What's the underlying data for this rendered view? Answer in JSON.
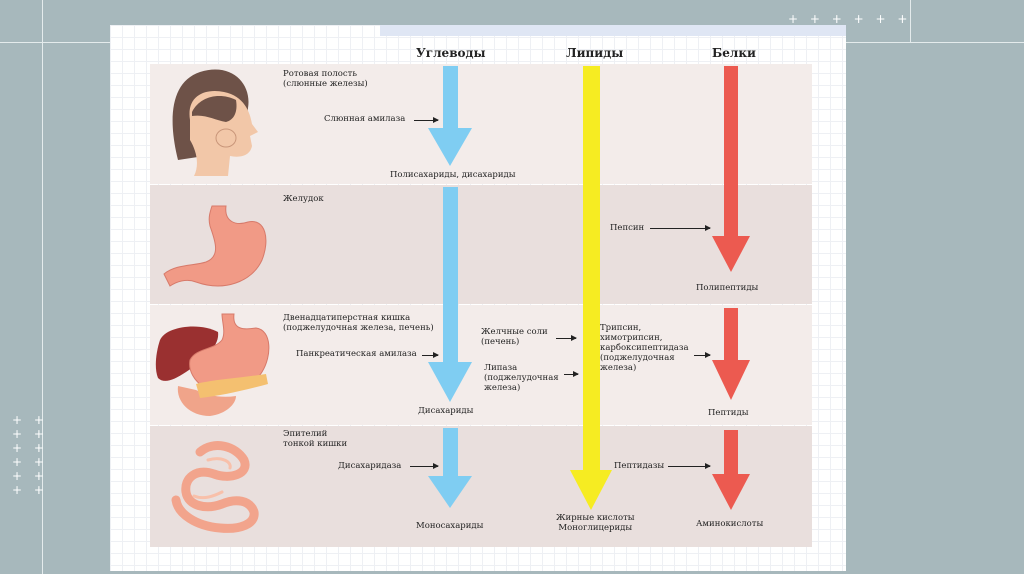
{
  "decor": {
    "plus_top": "+ + + + + +",
    "plus_left": "+ +"
  },
  "columns": {
    "carbs": "Углеводы",
    "lipids": "Липиды",
    "proteins": "Белки"
  },
  "rows": {
    "mouth": {
      "organ": "Ротовая полость\n(слюнные железы)",
      "enzyme": "Слюнная амилаза",
      "product": "Полисахариды, дисахариды"
    },
    "stomach": {
      "organ": "Желудок",
      "enzyme": "Пепсин",
      "product": "Полипептиды"
    },
    "duodenum": {
      "organ": "Двенадцатиперстная кишка\n(поджелудочная железа, печень)",
      "carb_enzyme": "Панкреатическая амилаза",
      "bile": "Желчные соли\n(печень)",
      "lipase": "Липаза\n(поджелудочная\nжелеза)",
      "protein_enzymes": "Трипсин,\nхимотрипсин,\nкарбоксипептидаза\n(поджелудочная\nжелеза)",
      "carb_product": "Дисахариды",
      "protein_product": "Пептиды"
    },
    "intestine": {
      "organ": "Эпителий\nтонкой кишки",
      "carb_enzyme": "Дисахаридаза",
      "protein_enzyme": "Пептидазы",
      "carb_product": "Моносахариды",
      "lipid_product": "Жирные кислоты\nМоноглицериды",
      "protein_product": "Аминокислоты"
    }
  },
  "colors": {
    "carbs": "#7fcdf2",
    "lipids": "#f6ec22",
    "proteins": "#ec5a50"
  }
}
